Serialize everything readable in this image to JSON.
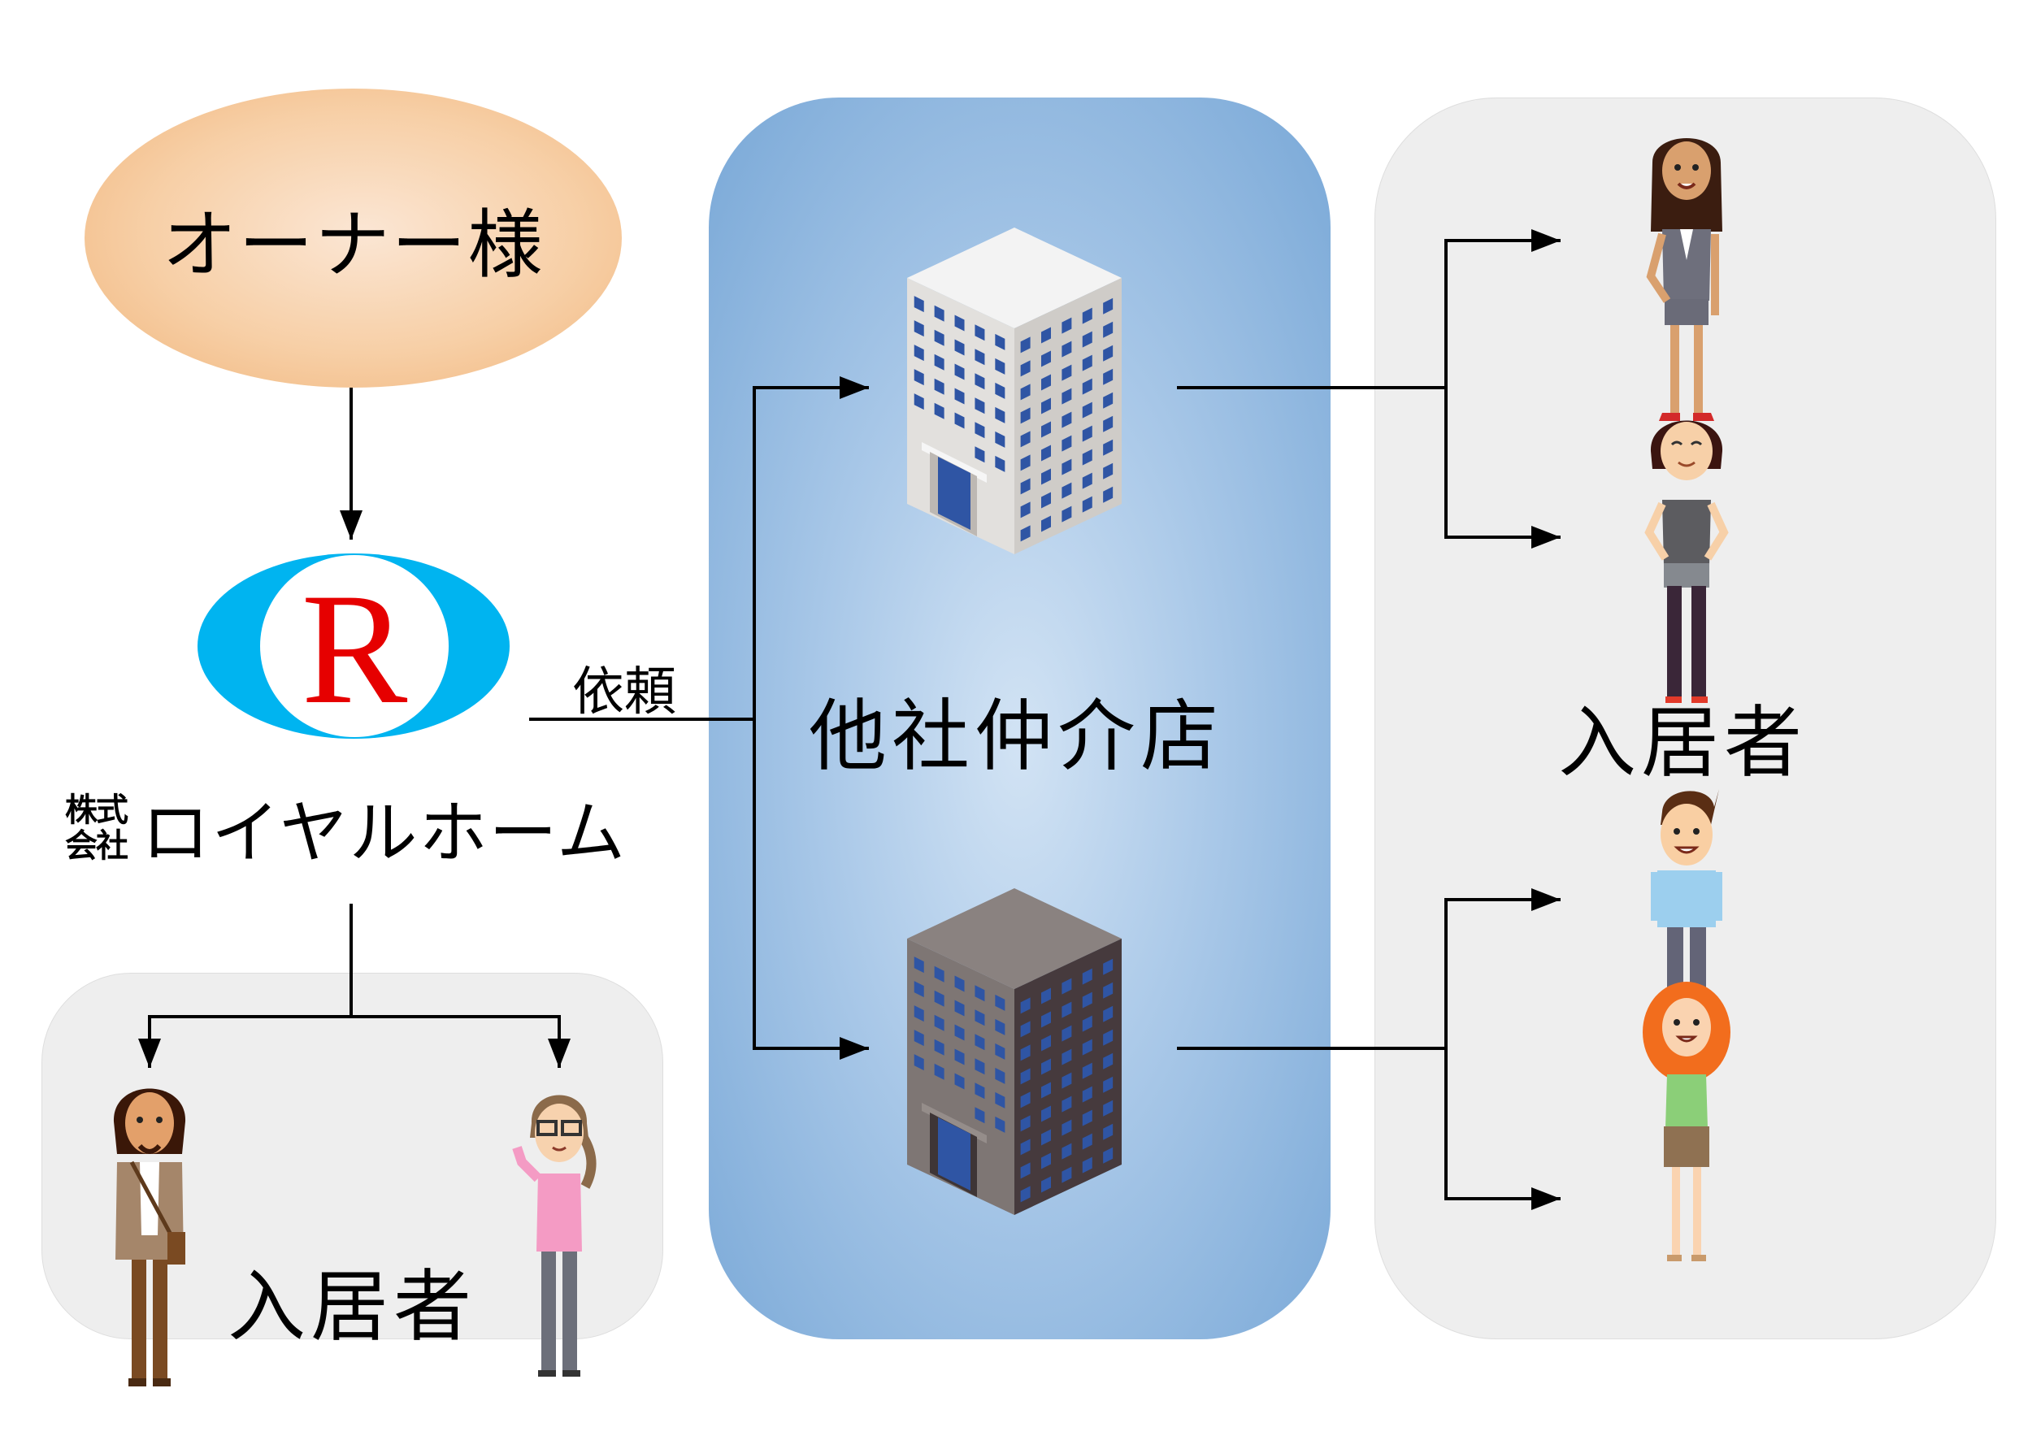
{
  "diagram": {
    "owner": {
      "label": "オーナー様"
    },
    "company": {
      "logo_letter": "R",
      "kabushiki_top": "株式",
      "kabushiki_bottom": "会社",
      "name": "ロイヤルホーム"
    },
    "request_label": "依頼",
    "agency_panel": {
      "label": "他社仲介店",
      "buildings": [
        "building-light",
        "building-dark"
      ]
    },
    "residents_right": {
      "label": "入居者",
      "people": [
        "woman-long-hair-gray-vest",
        "woman-short-hair-gray-top",
        "man-blue-shirt",
        "woman-red-curly-hair"
      ]
    },
    "residents_left": {
      "label": "入居者",
      "people": [
        "man-long-hair-brown-jacket",
        "woman-glasses-pink-shirt"
      ]
    },
    "colors": {
      "owner_fill": "#f4c08e",
      "logo_ring": "#00b4f0",
      "logo_letter": "#e60000",
      "agency_panel": "#8fb6e0",
      "resident_panel": "#eeeeee",
      "window_blue": "#2f55a4"
    },
    "connections": [
      {
        "from": "owner",
        "to": "company"
      },
      {
        "from": "company",
        "to": "agency-building-1",
        "label": "依頼"
      },
      {
        "from": "company",
        "to": "agency-building-2",
        "label": "依頼"
      },
      {
        "from": "agency-building-1",
        "to": "resident-1"
      },
      {
        "from": "agency-building-1",
        "to": "resident-2"
      },
      {
        "from": "agency-building-2",
        "to": "resident-3"
      },
      {
        "from": "agency-building-2",
        "to": "resident-4"
      },
      {
        "from": "company",
        "to": "resident-left-1"
      },
      {
        "from": "company",
        "to": "resident-left-2"
      }
    ]
  }
}
